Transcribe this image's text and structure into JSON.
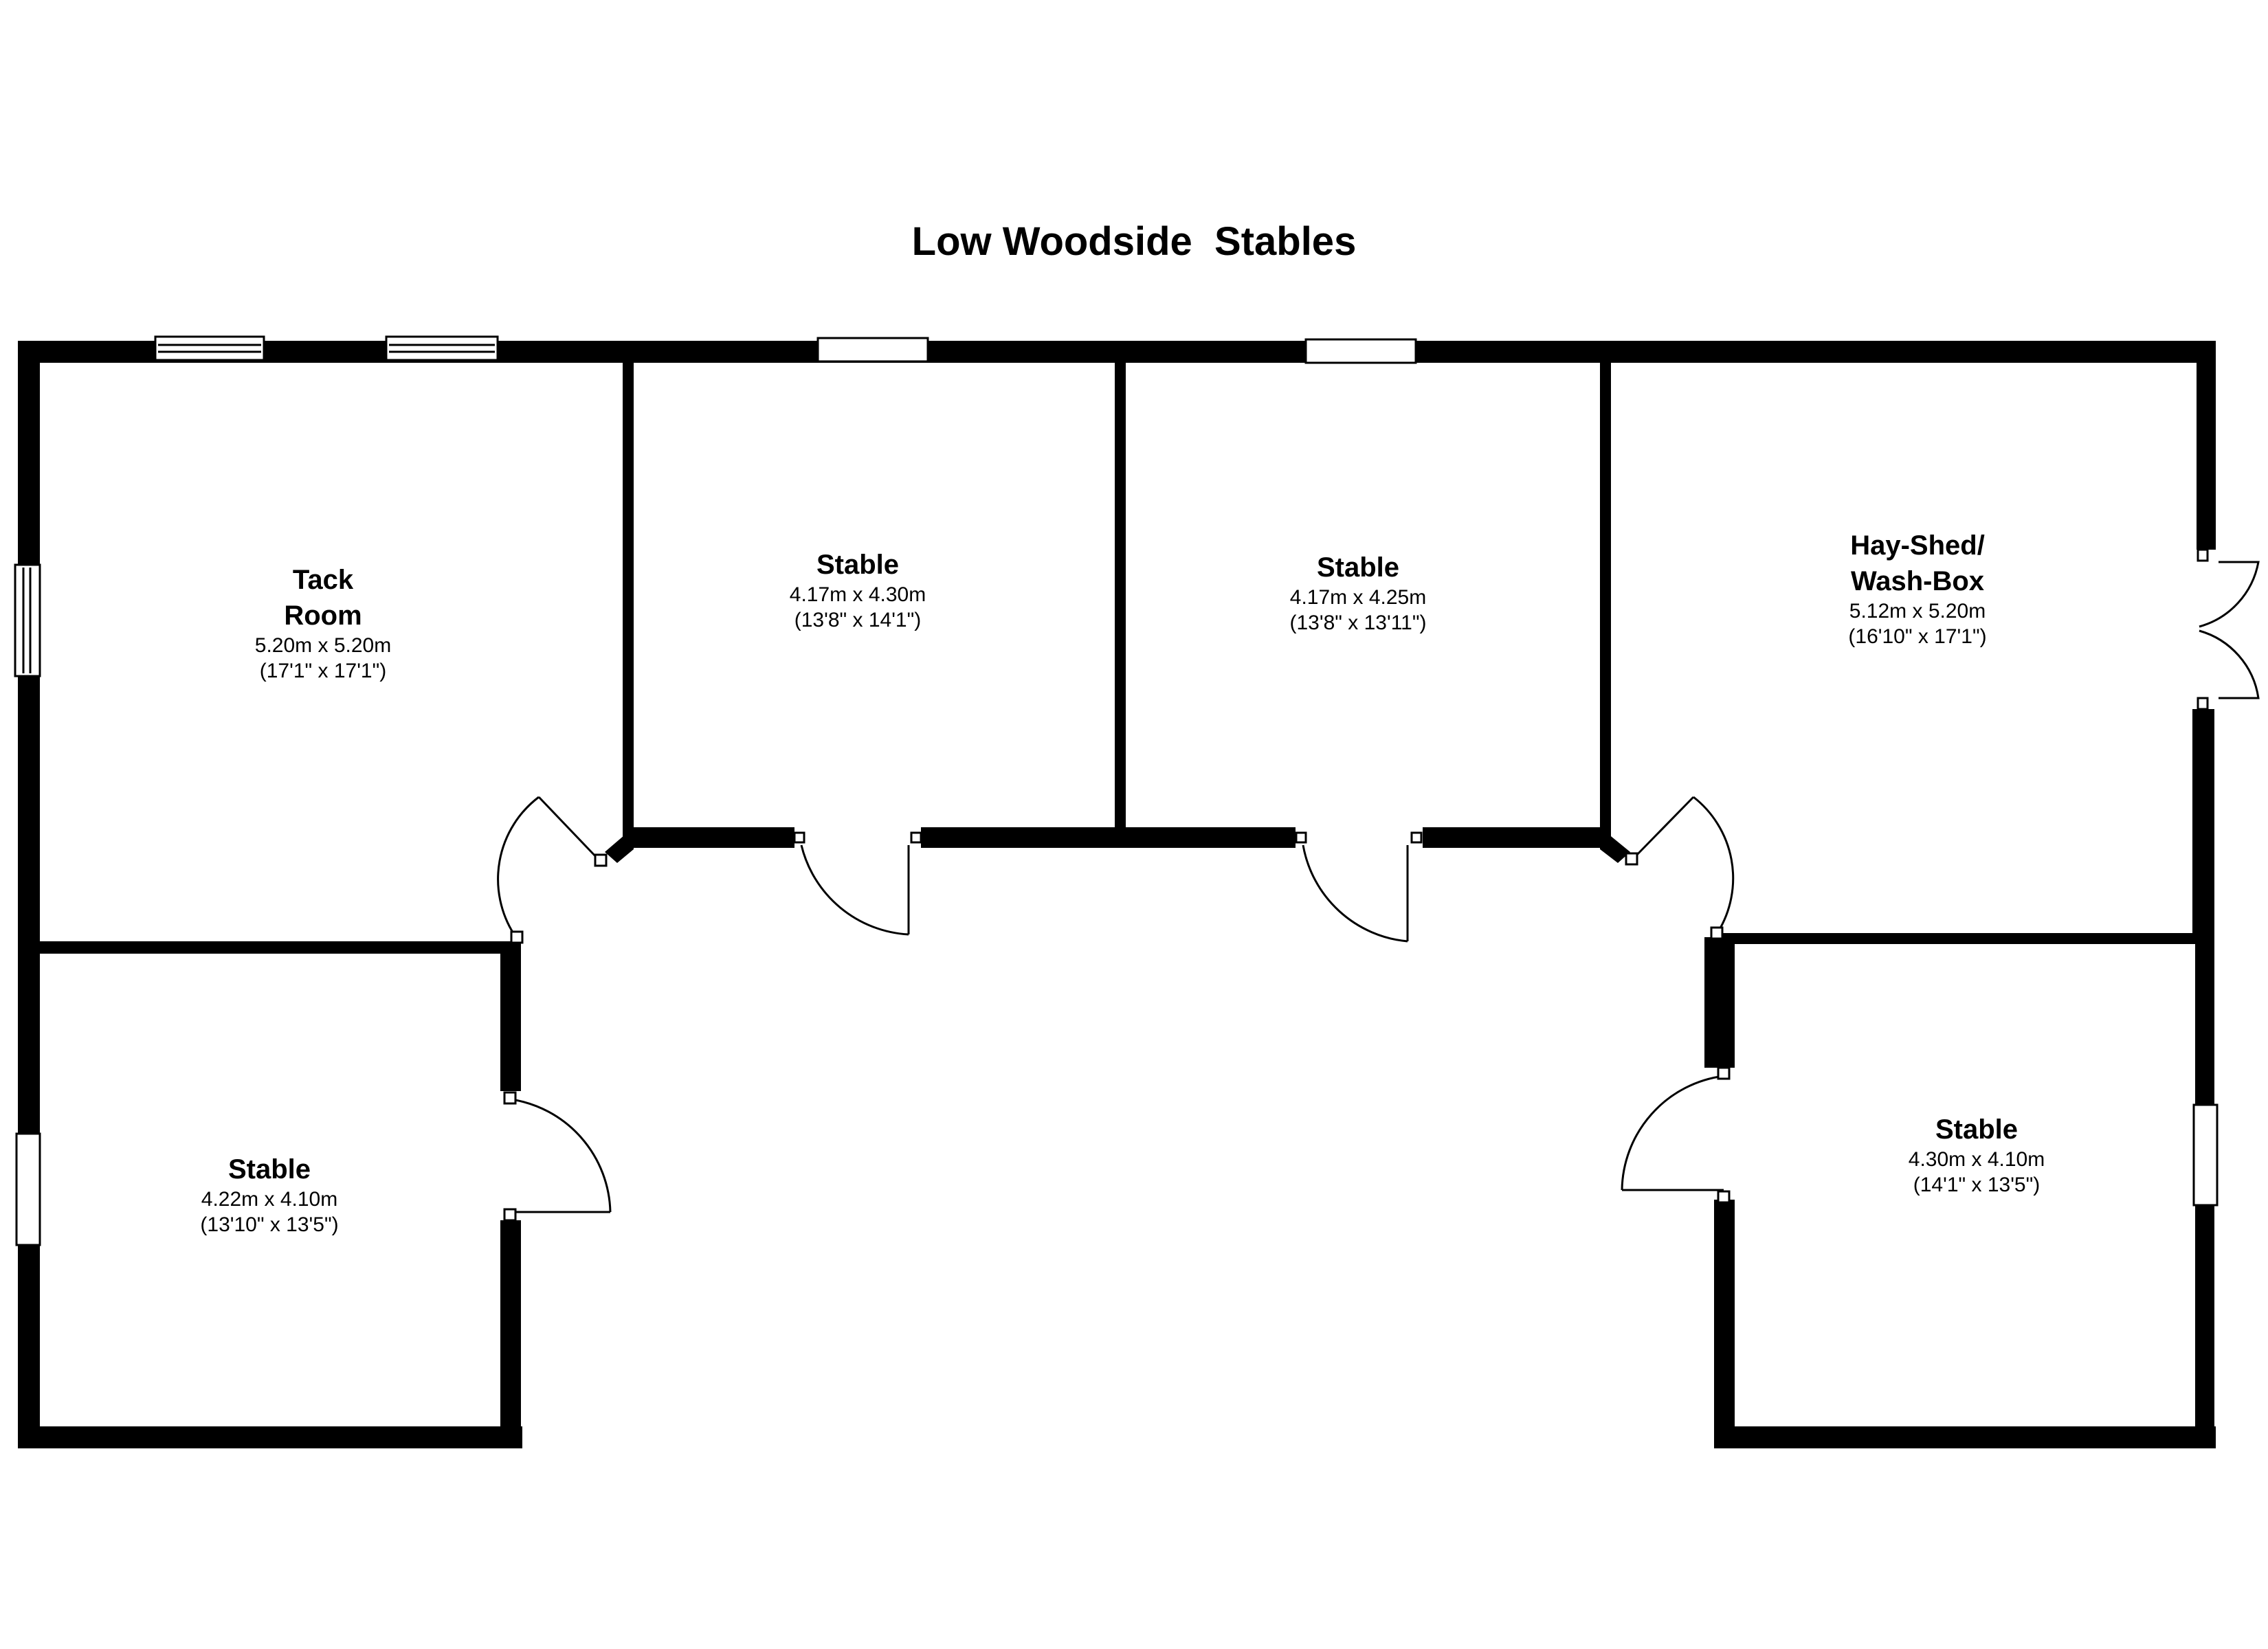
{
  "title": "Low Woodside  Stables",
  "rooms": {
    "tack_room": {
      "name_line1": "Tack",
      "name_line2": "Room",
      "metric": "5.20m x 5.20m",
      "imperial": "(17'1\" x 17'1\")"
    },
    "stable_top_left": {
      "name": "Stable",
      "metric": "4.17m x 4.30m",
      "imperial": "(13'8\" x 14'1\")"
    },
    "stable_top_right": {
      "name": "Stable",
      "metric": "4.17m x 4.25m",
      "imperial": "(13'8\" x 13'11\")"
    },
    "hay_shed": {
      "name_line1": "Hay-Shed/",
      "name_line2": "Wash-Box",
      "metric": "5.12m x 5.20m",
      "imperial": "(16'10\" x 17'1\")"
    },
    "stable_bottom_left": {
      "name": "Stable",
      "metric": "4.22m x 4.10m",
      "imperial": "(13'10\" x 13'5\")"
    },
    "stable_bottom_right": {
      "name": "Stable",
      "metric": "4.30m x 4.10m",
      "imperial": "(14'1\" x 13'5\")"
    }
  },
  "colors": {
    "wall": "#000000",
    "background": "#ffffff"
  }
}
